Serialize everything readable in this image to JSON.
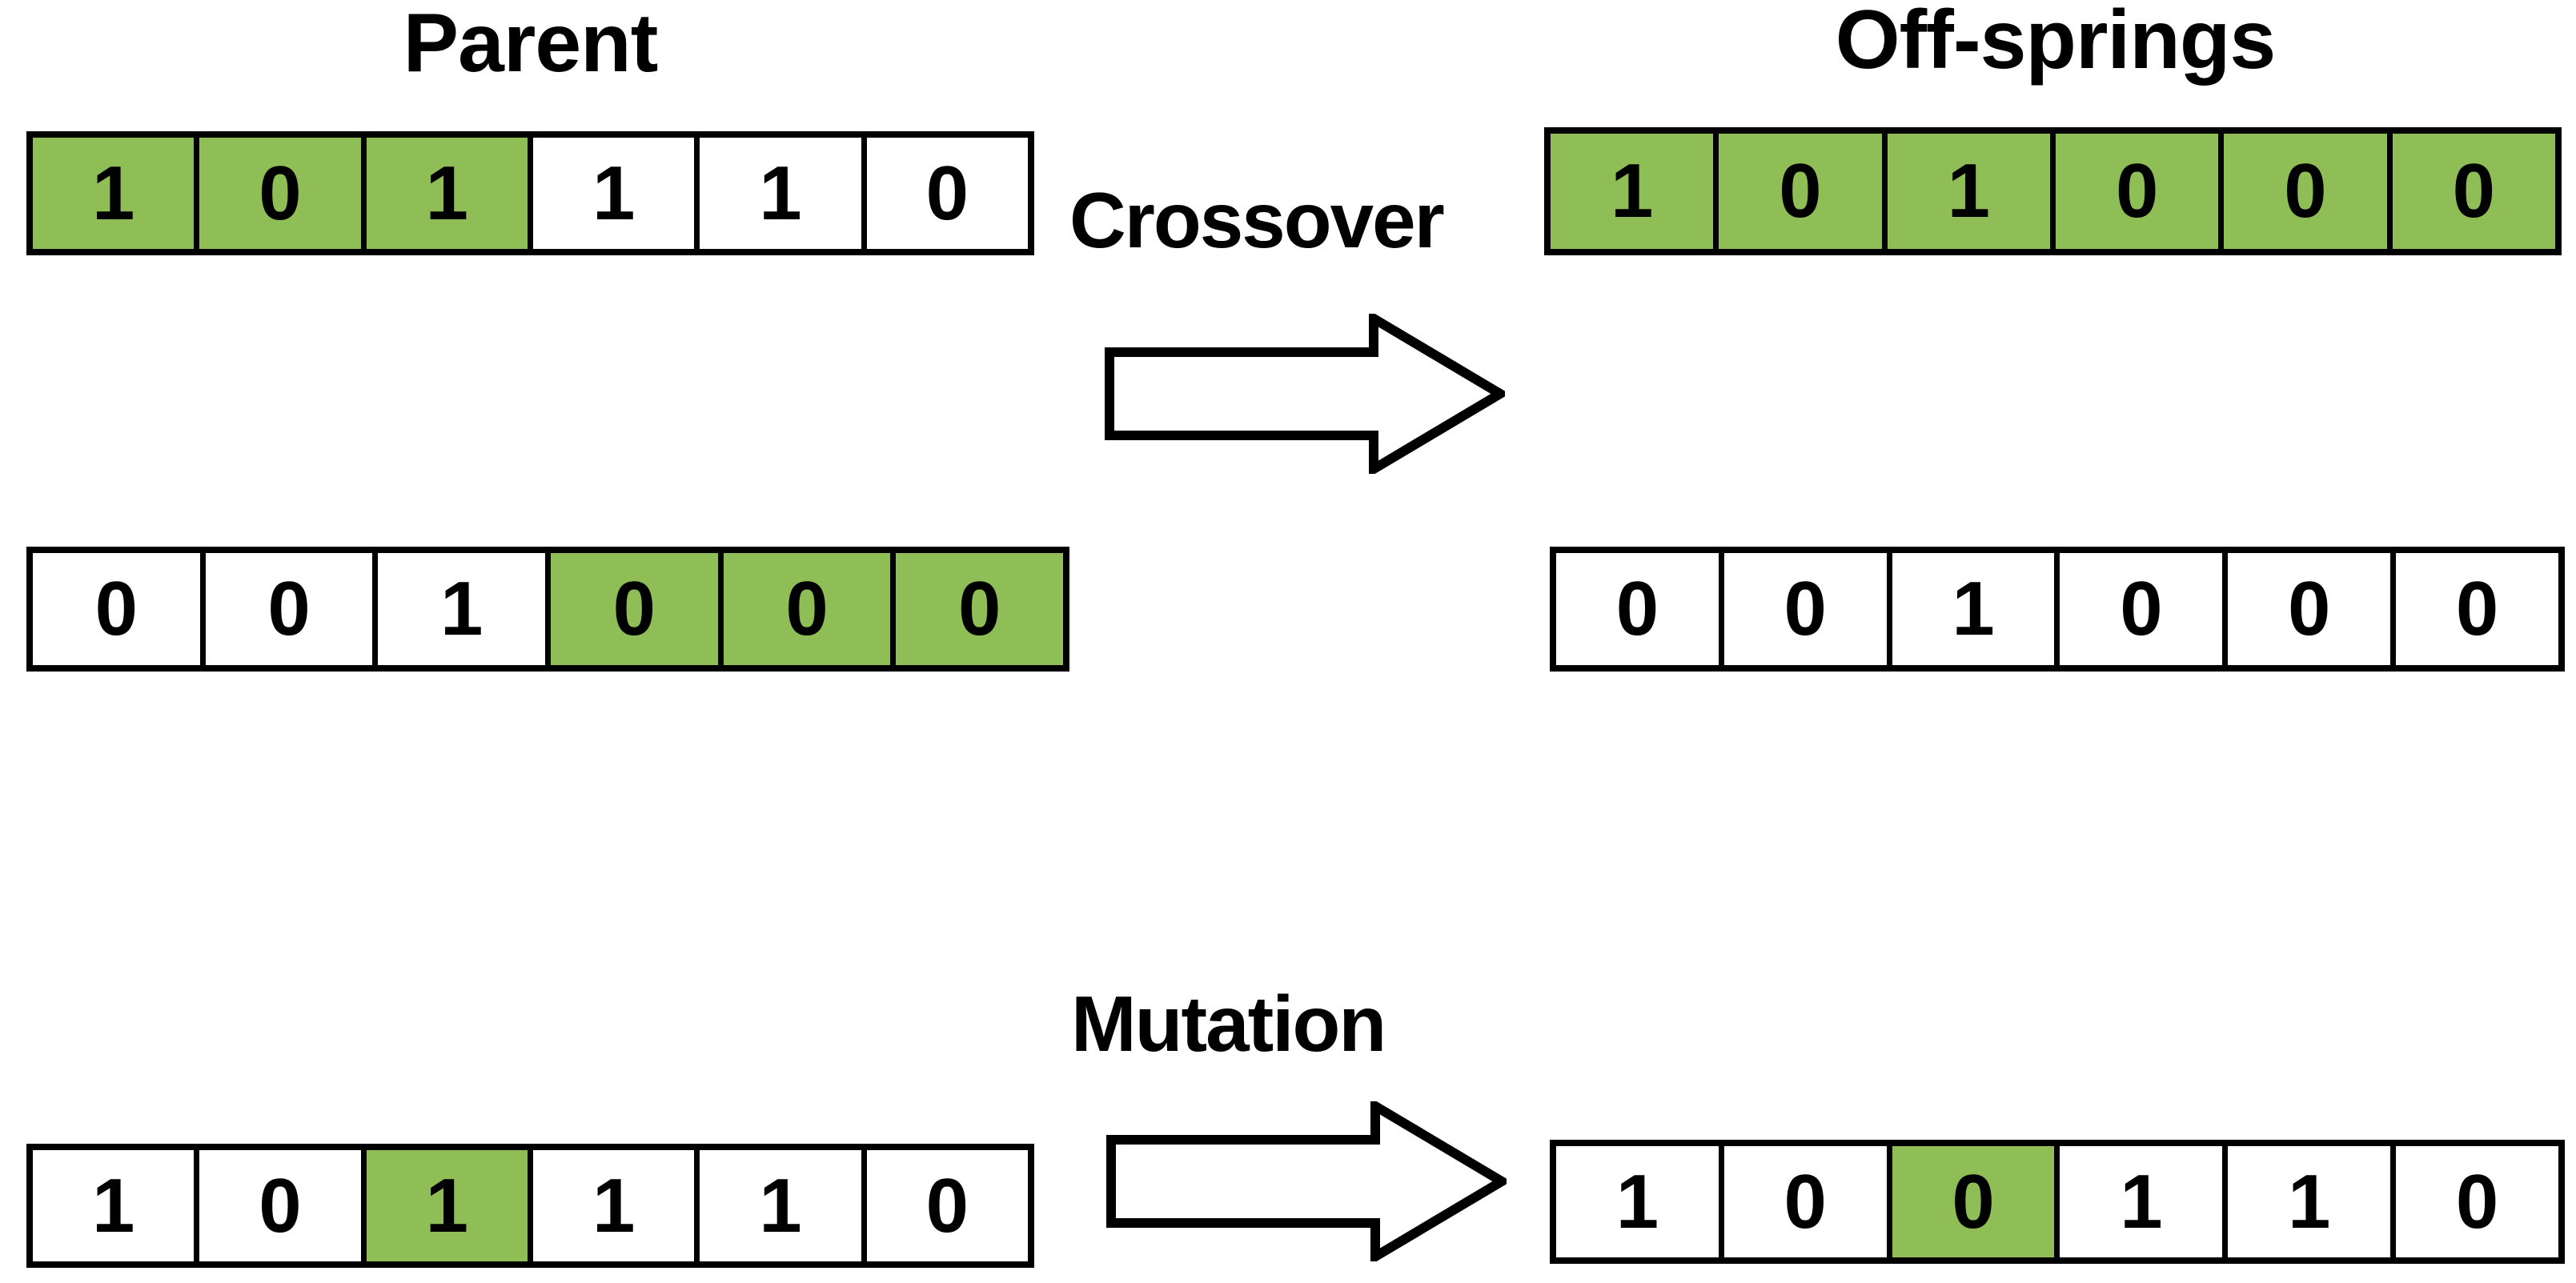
{
  "titles": {
    "parent": "Parent",
    "offsprings": "Off-springs"
  },
  "operators": {
    "crossover": {
      "label": "Crossover",
      "arrow_icon": "right-block-arrow-icon"
    },
    "mutation": {
      "label": "Mutation",
      "arrow_icon": "right-block-arrow-icon"
    }
  },
  "colors": {
    "highlight": "#8FBE56",
    "outline": "#000000",
    "background": "#ffffff"
  },
  "chromosomes": {
    "parent_1": {
      "name": "parent-chromosome-1",
      "genes": [
        "1",
        "0",
        "1",
        "1",
        "1",
        "0"
      ],
      "highlighted": [
        true,
        true,
        true,
        false,
        false,
        false
      ]
    },
    "parent_2": {
      "name": "parent-chromosome-2",
      "genes": [
        "0",
        "0",
        "1",
        "0",
        "0",
        "0"
      ],
      "highlighted": [
        false,
        false,
        false,
        true,
        true,
        true
      ]
    },
    "offspring_1": {
      "name": "offspring-chromosome-1",
      "genes": [
        "1",
        "0",
        "1",
        "0",
        "0",
        "0"
      ],
      "highlighted": [
        true,
        true,
        true,
        true,
        true,
        true
      ]
    },
    "offspring_2": {
      "name": "offspring-chromosome-2",
      "genes": [
        "0",
        "0",
        "1",
        "0",
        "0",
        "0"
      ],
      "highlighted": [
        false,
        false,
        false,
        false,
        false,
        false
      ]
    },
    "mutation_input": {
      "name": "mutation-input-chromosome",
      "genes": [
        "1",
        "0",
        "1",
        "1",
        "1",
        "0"
      ],
      "highlighted": [
        false,
        false,
        true,
        false,
        false,
        false
      ]
    },
    "mutation_output": {
      "name": "mutation-output-chromosome",
      "genes": [
        "1",
        "0",
        "0",
        "1",
        "1",
        "0"
      ],
      "highlighted": [
        false,
        false,
        true,
        false,
        false,
        false
      ]
    }
  }
}
